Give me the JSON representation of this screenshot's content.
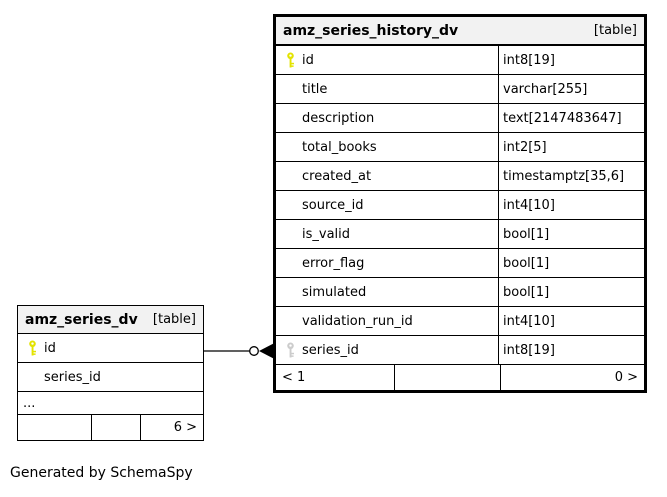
{
  "diagram": {
    "generator_credit": "Generated by SchemaSpy",
    "colors": {
      "canvas-bg": "#ffffff",
      "header-bg": "#f2f2f2",
      "border": "#000000",
      "primary-key": "#e3e300",
      "foreign-key": "#cccccc"
    },
    "relationship": {
      "parent_column": "amz_series_dv.id",
      "child_column": "amz_series_history_dv.series_id"
    },
    "tables": [
      {
        "name": "amz_series_dv",
        "badge": "[table]",
        "columns": [
          {
            "name": "id",
            "key": "primary"
          },
          {
            "name": "series_id"
          }
        ],
        "truncated_label": "...",
        "footer": [
          "",
          "",
          "6 >"
        ]
      },
      {
        "name": "amz_series_history_dv",
        "badge": "[table]",
        "columns": [
          {
            "name": "id",
            "type": "int8[19]",
            "key": "primary"
          },
          {
            "name": "title",
            "type": "varchar[255]"
          },
          {
            "name": "description",
            "type": "text[2147483647]"
          },
          {
            "name": "total_books",
            "type": "int2[5]"
          },
          {
            "name": "created_at",
            "type": "timestamptz[35,6]"
          },
          {
            "name": "source_id",
            "type": "int4[10]"
          },
          {
            "name": "is_valid",
            "type": "bool[1]"
          },
          {
            "name": "error_flag",
            "type": "bool[1]"
          },
          {
            "name": "simulated",
            "type": "bool[1]"
          },
          {
            "name": "validation_run_id",
            "type": "int4[10]"
          },
          {
            "name": "series_id",
            "type": "int8[19]",
            "key": "foreign"
          }
        ],
        "footer": [
          "< 1",
          "",
          "0 >"
        ]
      }
    ]
  }
}
